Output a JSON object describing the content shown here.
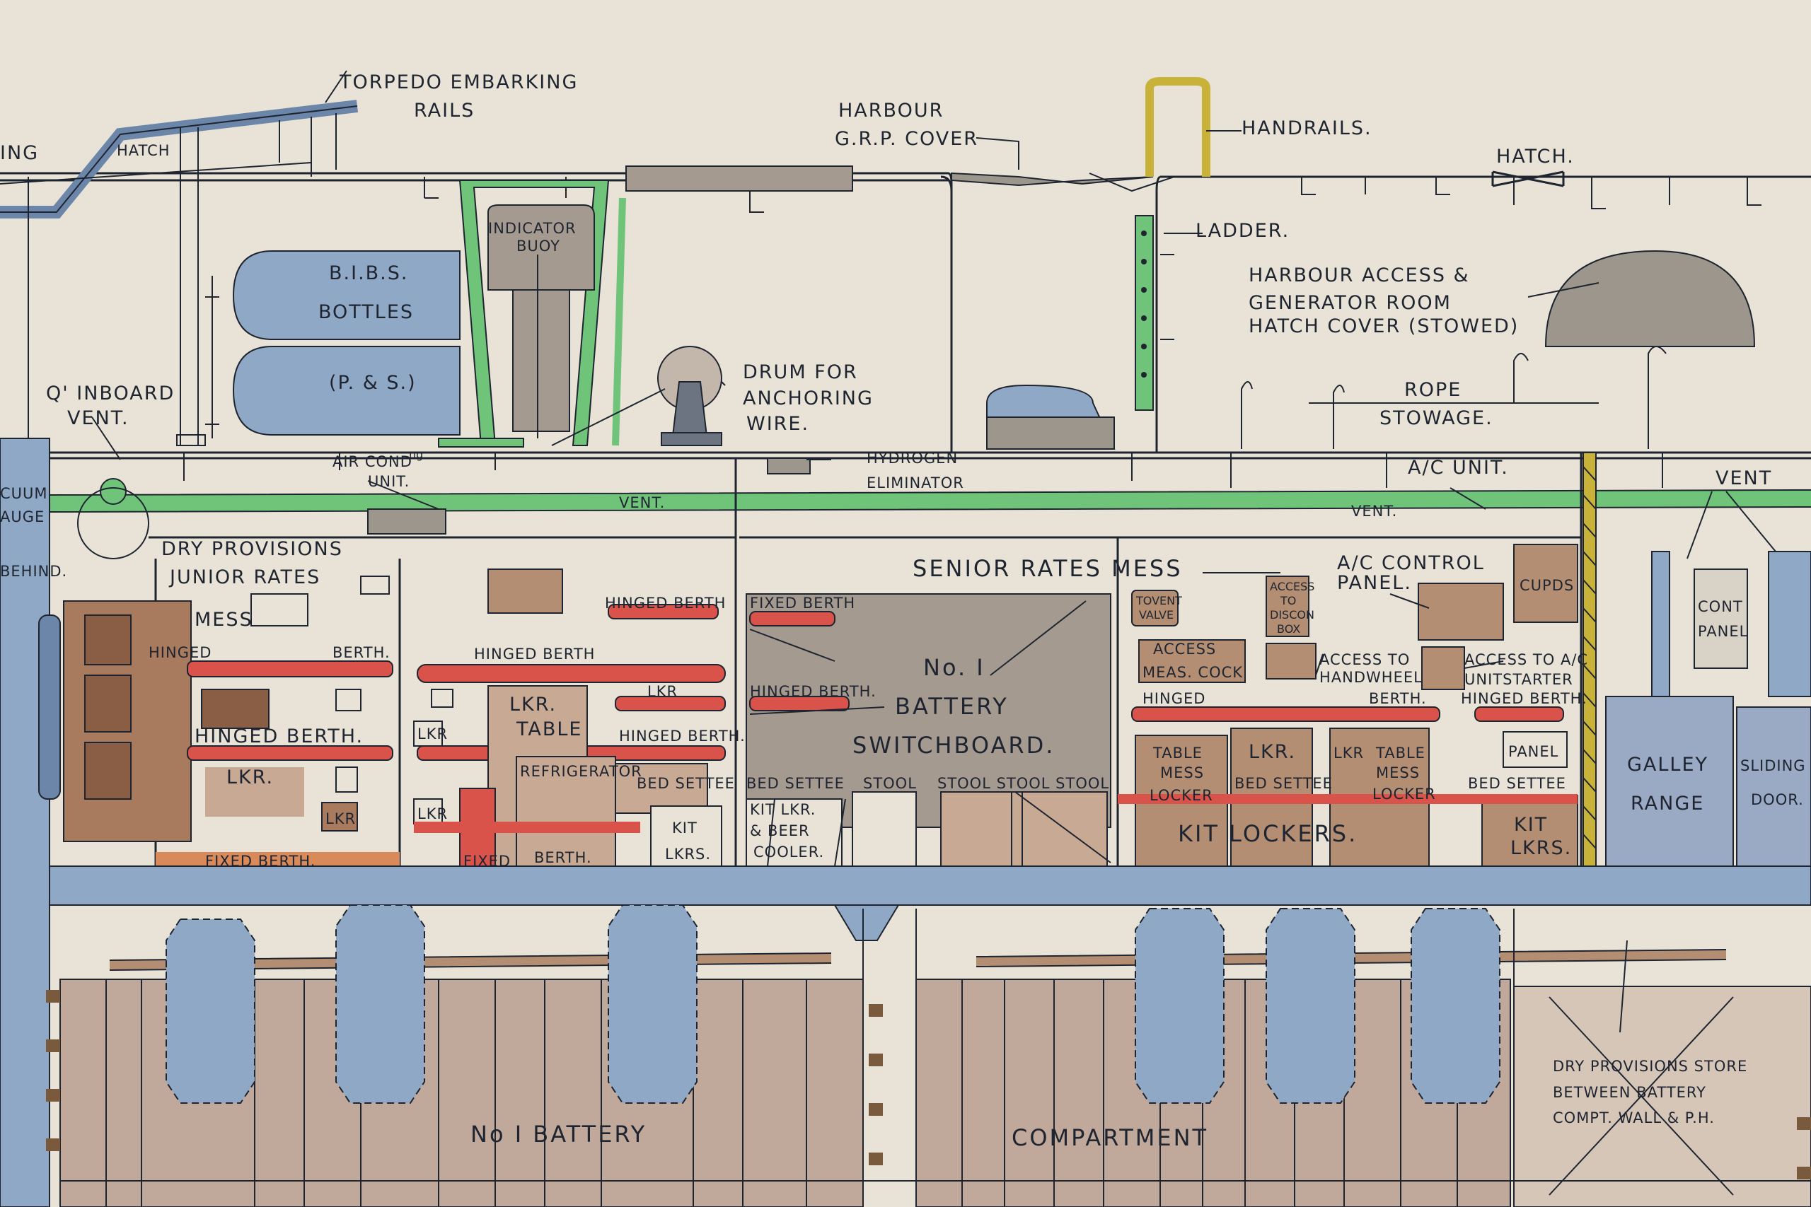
{
  "labels": {
    "torpedo_rails": [
      "TORPEDO EMBARKING",
      "RAILS"
    ],
    "left_edge_ing": "ING",
    "hatch_left": "HATCH",
    "harbour_grp_cover": [
      "HARBOUR",
      "G.R.P. COVER"
    ],
    "handrails": "HANDRAILS.",
    "hatch_right": "HATCH.",
    "ladder": "LADDER.",
    "indicator_buoy": [
      "INDICATOR",
      "BUOY"
    ],
    "bibs_bottles": [
      "B.I.B.S.",
      "BOTTLES"
    ],
    "ps": "(P. & S.)",
    "drum": [
      "DRUM FOR",
      "ANCHORING",
      "WIRE."
    ],
    "harbour_access": [
      "HARBOUR ACCESS &",
      "GENERATOR ROOM",
      "HATCH COVER (STOWED)"
    ],
    "rope_stowage": [
      "ROPE",
      "STOWAGE."
    ],
    "q_inboard_vent": [
      "Q' INBOARD",
      "VENT."
    ],
    "air_cond_unit": [
      "AIR COND",
      "ng",
      "UNIT."
    ],
    "hydrogen_eliminator": [
      "HYDROGEN",
      "ELIMINATOR"
    ],
    "vent_1": "VENT.",
    "vent_2": "VENT.",
    "vent_3": "VENT",
    "ac_unit": "A/C UNIT.",
    "vacuum_gauge": [
      "CUUM",
      "AUGE",
      "BEHIND."
    ],
    "dry_provisions": "DRY PROVISIONS",
    "junior_rates": "JUNIOR RATES",
    "mess_jr": "MESS",
    "hinged_jr": "HINGED",
    "berth_jr": "BERTH.",
    "hinged_berth_a": "HINGED BERTH.",
    "hinged_berth_b": "HINGED BERTH",
    "hinged_berth_c": "HINGED BERTH",
    "hinged_berth_d": "HINGED BERTH.",
    "fixed_berth_a": "FIXED BERTH",
    "fixed_berth_b": "FIXED BERTH.",
    "fixed": "FIXED",
    "berth_2": "BERTH.",
    "lkr_1": "LKR.",
    "lkr_2": "LKR",
    "lkr_3": "LKR",
    "lkr_4": "LKR",
    "lkr_5": "LKR",
    "lkr_table": [
      "LKR.",
      "TABLE"
    ],
    "refrigerator": "REFRIGERATOR",
    "bed_settee_1": "BED SETTEE",
    "bed_settee_2": "BED SETTEE",
    "bed_settee_3": "BED SETTEE",
    "bed_settee_4": "BED SETTEE",
    "kit_lkrs_1": [
      "KIT",
      "LKRS."
    ],
    "kit_lkrs_2": [
      "KIT",
      "LKRS."
    ],
    "kit_lkr_beer": [
      "KIT LKR.",
      "& BEER",
      "COOLER."
    ],
    "stool_1": "STOOL",
    "stool_2": "STOOL STOOL STOOL",
    "senior_rates_mess": "SENIOR RATES MESS",
    "battery_switchboard": [
      "No. I",
      "BATTERY",
      "SWITCHBOARD."
    ],
    "toventvalve": [
      "TOVENT",
      "VALVE"
    ],
    "access_meas_cock": [
      "ACCESS",
      "MEAS. COCK"
    ],
    "access_disconbox": [
      "ACCESS",
      "TO",
      "DISCON",
      "BOX"
    ],
    "access_handwheel": [
      "ACCESS TO",
      "HANDWHEEL"
    ],
    "ac_control_panel": [
      "A/C CONTROL",
      "PANEL."
    ],
    "access_ac_unitstarter": [
      "ACCESS TO A/C",
      "UNITSTARTER"
    ],
    "cupds": "CUPDS",
    "cont_panel": [
      "CONT",
      "PANEL"
    ],
    "hinged_sr": "HINGED",
    "berth_sr": "BERTH.",
    "hinged_berth_sr2": "HINGED BERTH.",
    "table_mess_locker_1": [
      "TABLE",
      "MESS",
      "LOCKER"
    ],
    "table_mess_locker_2": [
      "TABLE",
      "MESS",
      "LOCKER"
    ],
    "lkr_sr_1": "LKR.",
    "lkr_sr_2": "LKR",
    "panel": "PANEL",
    "kit_lockers": "KIT LOCKERS.",
    "galley_range": [
      "GALLEY",
      "RANGE"
    ],
    "sliding_door": [
      "SLIDING",
      "DOOR."
    ],
    "battery_no1": "No I BATTERY",
    "compartment": "COMPARTMENT",
    "dry_store": [
      "DRY PROVISIONS STORE",
      "BETWEEN BATTERY",
      "COMPT. WALL & P.H."
    ]
  },
  "colors": {
    "paper": "#e8e3d6",
    "ink": "#1f2530",
    "blue_wash": "#8fa8c6",
    "green_wash": "#6fc47a",
    "brown_wash": "#b38e72",
    "red_berth": "#d9534a",
    "yellow_rail": "#c9b23a",
    "grey_wash": "#9d968d"
  }
}
